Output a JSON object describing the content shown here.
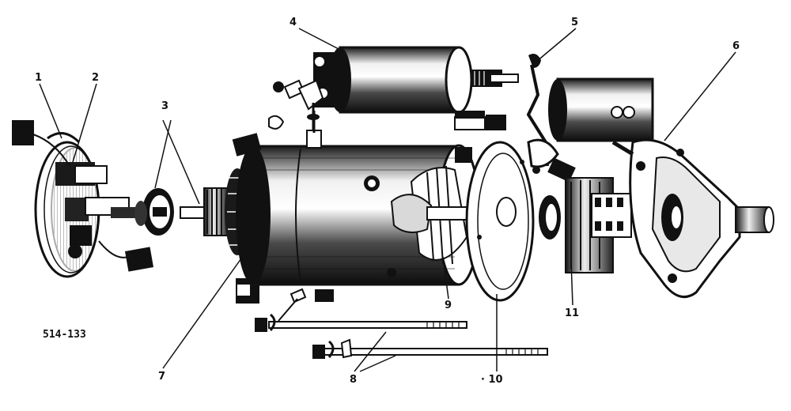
{
  "figure_number": "514-133",
  "callouts": [
    "1",
    "2",
    "3",
    "4",
    "5",
    "6",
    "7",
    "8",
    "9",
    "· 10",
    "11"
  ],
  "colors": {
    "ink": "#111111",
    "paper": "#ffffff",
    "mid": "#6b6b6b",
    "light": "#d9d9d9"
  }
}
